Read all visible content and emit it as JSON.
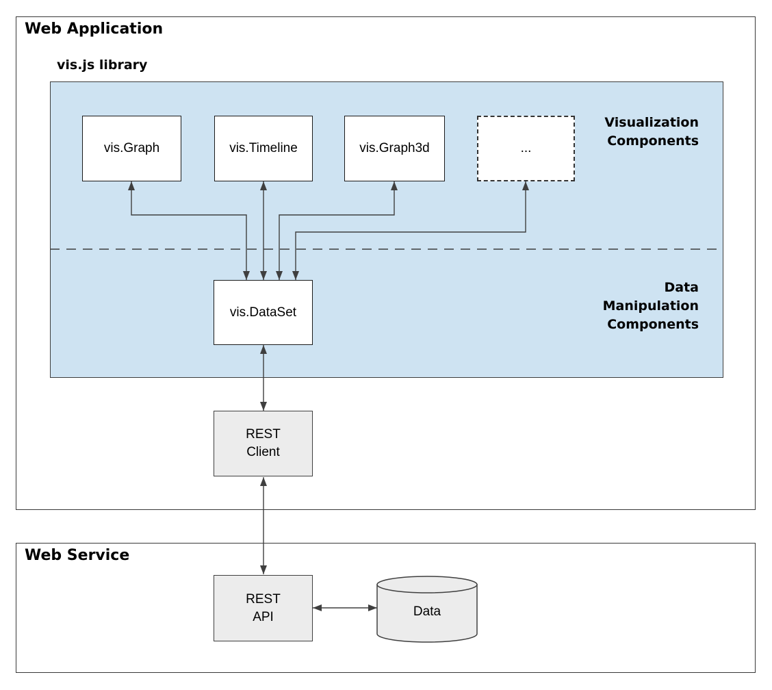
{
  "diagram": {
    "web_application": {
      "title": "Web Application"
    },
    "web_service": {
      "title": "Web Service"
    },
    "library": {
      "title": "vis.js library"
    },
    "section_labels": {
      "visualization": {
        "line1": "Visualization",
        "line2": "Components"
      },
      "data_manipulation": {
        "line1": "Data",
        "line2": "Manipulation",
        "line3": "Components"
      }
    },
    "nodes": {
      "graph": {
        "label": "vis.Graph"
      },
      "timeline": {
        "label": "vis.Timeline"
      },
      "graph3d": {
        "label": "vis.Graph3d"
      },
      "ellipsis": {
        "label": "..."
      },
      "dataset": {
        "label": "vis.DataSet"
      },
      "rest_client": {
        "line1": "REST",
        "line2": "Client"
      },
      "rest_api": {
        "line1": "REST",
        "line2": "API"
      },
      "data_store": {
        "label": "Data"
      }
    },
    "colors": {
      "panel_fill": "#cee3f2",
      "node_fill_white": "#ffffff",
      "node_fill_gray": "#ececec",
      "line": "#3f3f3f",
      "border": "#383838",
      "text": "#000000"
    }
  }
}
